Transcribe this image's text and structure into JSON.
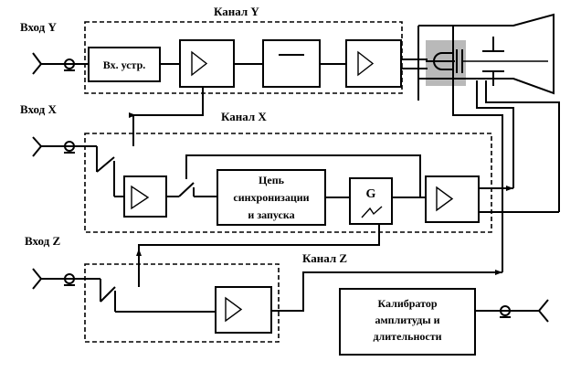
{
  "inputs": {
    "y": "Вход Y",
    "x": "Вход X",
    "z": "Вход Z"
  },
  "channels": {
    "y": "Канал Y",
    "x": "Канал X",
    "z": "Канал Z"
  },
  "blocks": {
    "input_device": "Вх. устр.",
    "sync_line1": "Цепь",
    "sync_line2": "синхронизации",
    "sync_line3": "и запуска",
    "generator": "G",
    "calibrator_line1": "Калибратор",
    "calibrator_line2": "амплитуды и",
    "calibrator_line3": "длительности"
  },
  "icons": {
    "input": "input-jack-icon",
    "amplifier": "amplifier-triangle-icon",
    "delay": "delay-line-icon",
    "sawtooth": "sawtooth-wave-icon",
    "switch": "switch-icon",
    "crt": "crt-tube-icon"
  }
}
